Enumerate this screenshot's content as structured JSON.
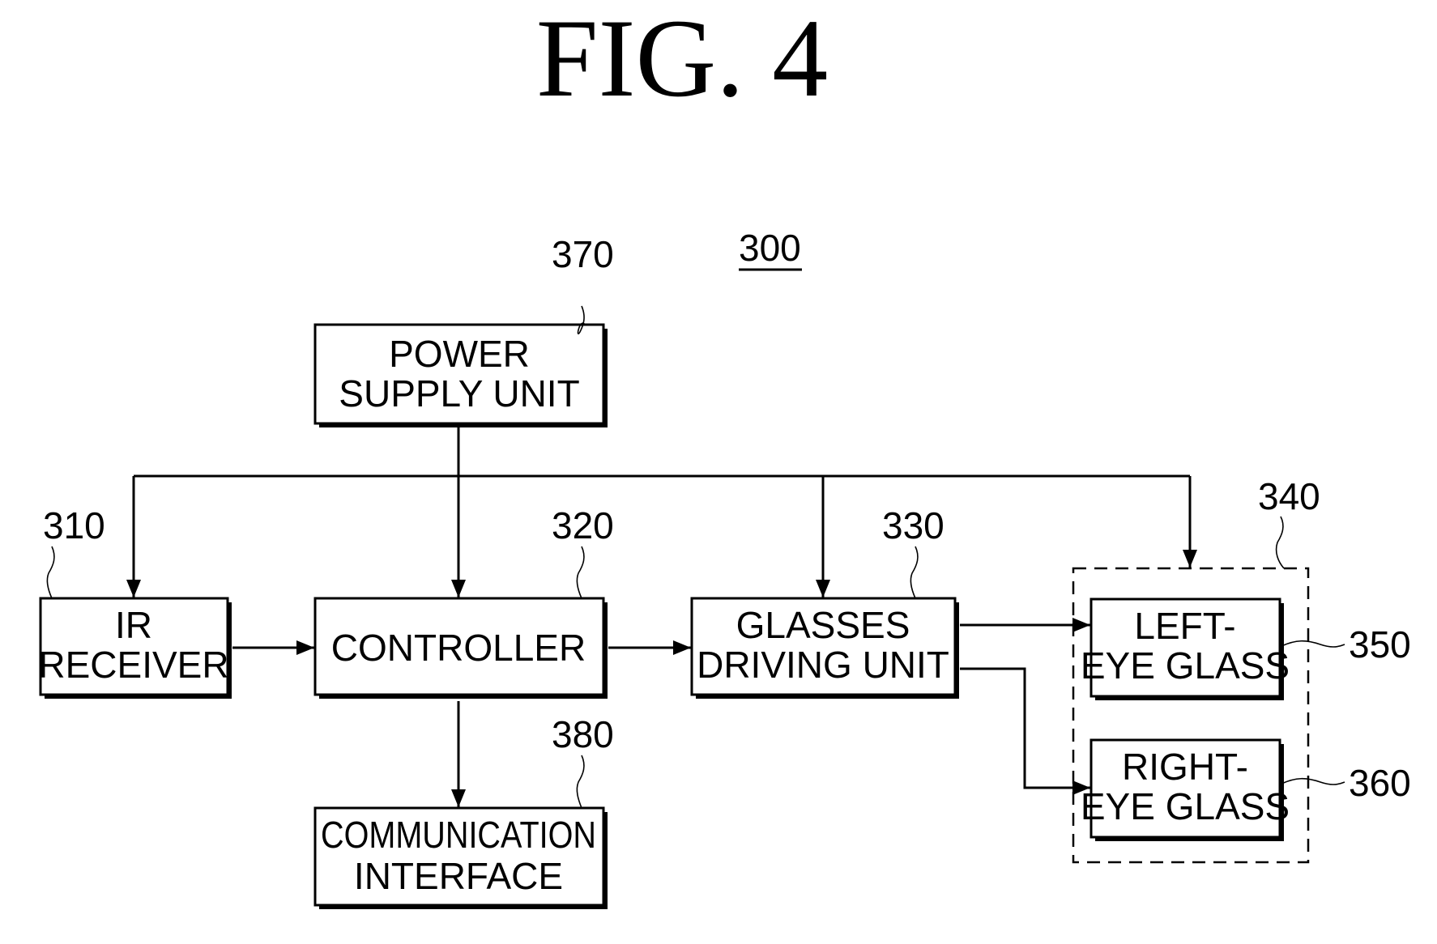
{
  "figure": {
    "title": "FIG.  4",
    "system_ref": "300"
  },
  "blocks": {
    "power_supply": {
      "ref": "370",
      "lines": [
        "POWER",
        "SUPPLY UNIT"
      ]
    },
    "ir_receiver": {
      "ref": "310",
      "lines": [
        "IR",
        "RECEIVER"
      ]
    },
    "controller": {
      "ref": "320",
      "lines": [
        "CONTROLLER"
      ]
    },
    "glasses_driving": {
      "ref": "330",
      "lines": [
        "GLASSES",
        "DRIVING UNIT"
      ]
    },
    "glasses_group": {
      "ref": "340"
    },
    "left_eye": {
      "ref": "350",
      "lines": [
        "LEFT-",
        "EYE GLASS"
      ]
    },
    "right_eye": {
      "ref": "360",
      "lines": [
        "RIGHT-",
        "EYE GLASS"
      ]
    },
    "communication": {
      "ref": "380",
      "lines": [
        "COMMUNICATION",
        "INTERFACE"
      ]
    }
  },
  "connections": [
    {
      "from": "power_supply",
      "to": "ir_receiver"
    },
    {
      "from": "power_supply",
      "to": "controller"
    },
    {
      "from": "power_supply",
      "to": "glasses_driving"
    },
    {
      "from": "power_supply",
      "to": "glasses_group"
    },
    {
      "from": "ir_receiver",
      "to": "controller"
    },
    {
      "from": "controller",
      "to": "glasses_driving"
    },
    {
      "from": "controller",
      "to": "communication"
    },
    {
      "from": "glasses_driving",
      "to": "left_eye"
    },
    {
      "from": "glasses_driving",
      "to": "right_eye"
    }
  ]
}
